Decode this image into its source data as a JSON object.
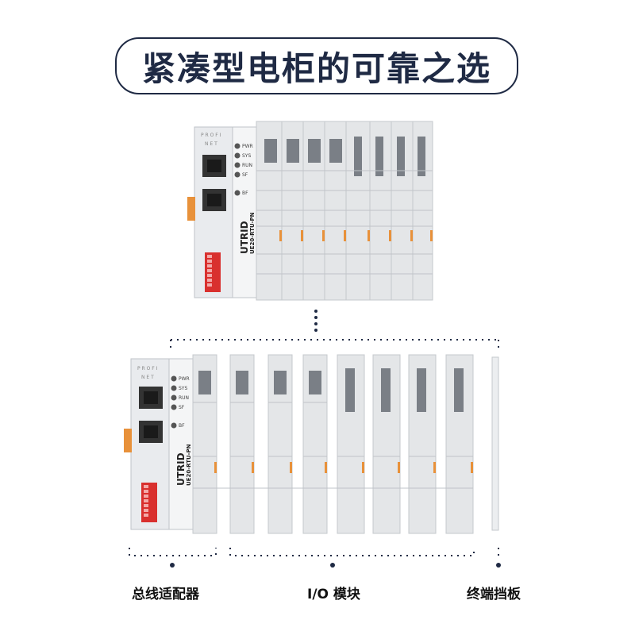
{
  "title": "紧凑型电柜的可靠之选",
  "coupler": {
    "brand": "UTRID",
    "model": "UE20-RTU-PN",
    "fieldbus": [
      "PROFI",
      "NET"
    ],
    "leds": [
      "PWR",
      "SYS",
      "RUN",
      "SF"
    ],
    "bf_led": "BF"
  },
  "labels": {
    "bus_adapter": "总线适配器",
    "io_modules": "I/O 模块",
    "end_plate": "终端挡板"
  },
  "colors": {
    "accent_navy": "#1f2a44",
    "dip_switch": "#d9302e",
    "orange_latch": "#e8913a",
    "module_grey": "#e4e6e8"
  }
}
